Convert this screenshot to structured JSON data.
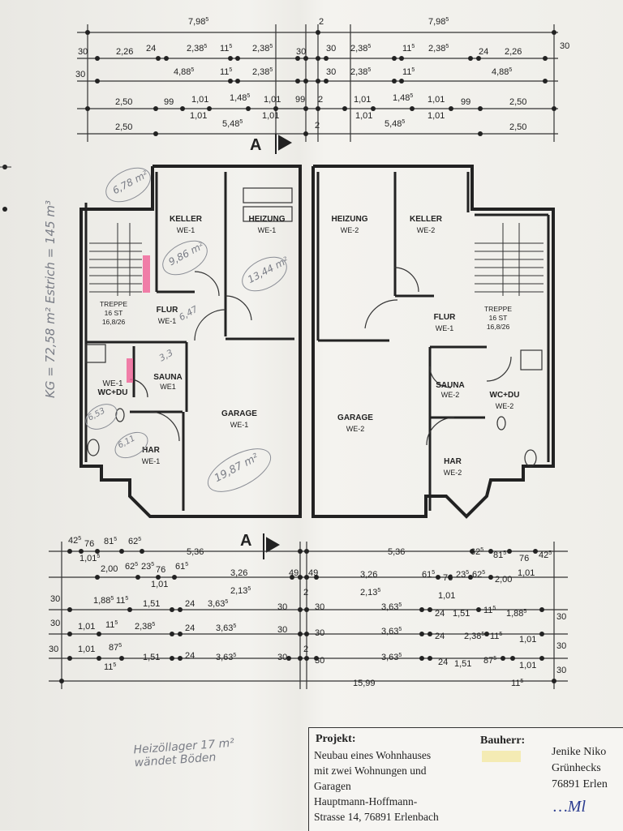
{
  "section_label": "A",
  "top_dims": {
    "total_left": "7,98",
    "total_left_sup": "5",
    "total_right": "7,98",
    "total_right_sup": "5",
    "center": "2"
  },
  "row2": {
    "a": "30",
    "b": "2,26",
    "c": "24",
    "d": "2,38",
    "e": "11",
    "sup": "5"
  },
  "row3": {
    "a": "30",
    "b": "4,88",
    "c": "11",
    "d": "2,38",
    "sup": "5"
  },
  "row4": {
    "a": "2,50",
    "b": "99",
    "c": "1,01",
    "d": "1,48",
    "e": "2",
    "sup": "5"
  },
  "row5": {
    "a": "2,50",
    "b": "5,48",
    "c": "2",
    "sup": "5"
  },
  "rooms": {
    "keller": "KELLER",
    "heizung": "HEIZUNG",
    "treppe": "TREPPE",
    "stairs_count": "16 ST",
    "stairs_ratio": "16,8/26",
    "flur": "FLUR",
    "sauna": "SAUNA",
    "wcdu": "WC+DU",
    "garage": "GARAGE",
    "har": "HAR",
    "we1": "WE-1",
    "we1_short": "WE1",
    "we2": "WE-2"
  },
  "annotations": {
    "a1": "6,78 m²",
    "a2": "9,86 m²",
    "a3": "13,44 m²",
    "a4": "6,47",
    "a5": "3,3",
    "a6": "6,53",
    "a7": "6,11",
    "a8": "19,87 m²",
    "kg": "KG = 72,58 m² Estrich = 145 m³",
    "heiz1": "Heizöllager 17 m²",
    "heiz2": "wändet Böden"
  },
  "bot": {
    "a": "42",
    "b": "76",
    "c": "81",
    "d": "62",
    "e": "5,36",
    "f": "1,01",
    "sup": "5"
  },
  "bot2": {
    "a": "2,00",
    "b": "23",
    "c": "61",
    "d": "1,01",
    "e": "3,26",
    "f": "2,13",
    "g": "49",
    "h": "2"
  },
  "bot3": {
    "a": "30",
    "b": "1,88",
    "c": "11",
    "d": "1,51",
    "e": "24",
    "f": "3,63"
  },
  "bot4": {
    "a": "1,01",
    "b": "11",
    "c": "2,38",
    "d": "3,63"
  },
  "bot5": {
    "a": "87",
    "total": "15,99"
  },
  "info": {
    "projekt_label": "Projekt:",
    "line1": "Neubau eines Wohnhauses",
    "line2": "mit zwei Wohnungen und",
    "line3": "Garagen",
    "line4": "Hauptmann-Hoffmann-",
    "line5": "Strasse 14, 76891 Erlenbach",
    "bauherr_label": "Bauherr:",
    "client1": "Jenike Niko",
    "client2": "Grünhecks",
    "client3": "76891 Erlen",
    "signature": "…Ml"
  }
}
